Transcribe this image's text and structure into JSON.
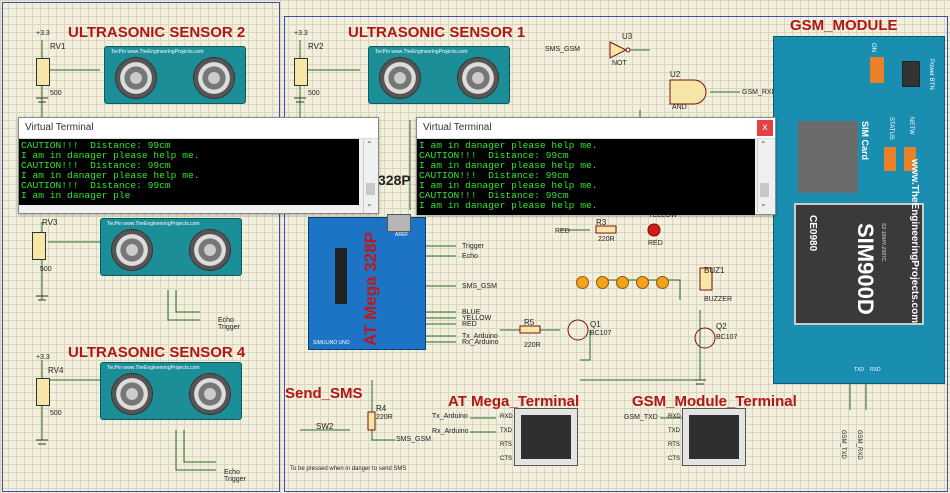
{
  "titles": {
    "us2": "ULTRASONIC SENSOR 2",
    "us1": "ULTRASONIC SENSOR 1",
    "us4": "ULTRASONIC SENSOR 4",
    "gsm": "GSM_MODULE",
    "send_sms": "Send_SMS",
    "atmega_terminal": "AT Mega_Terminal",
    "gsm_terminal": "GSM_Module_Terminal"
  },
  "sensor_header": "TecPin  www.TheEngineeringProjects.com",
  "components": {
    "rv1": "RV1",
    "rv2": "RV2",
    "rv3": "RV3",
    "rv4": "RV4",
    "r3": "R3",
    "r3_val": "220R",
    "r4": "R4",
    "r4_val": "220R",
    "r5": "R5",
    "r5_val": "220R",
    "u2": "U2",
    "u2_type": "AND",
    "u3": "U3",
    "u3_type": "NOT",
    "q1": "Q1",
    "q1_type": "BC107",
    "q2": "Q2",
    "q2_type": "BC107",
    "buz1": "BUZ1",
    "buz1_type": "BUZZER",
    "sw2": "SW2",
    "pot_val": "500",
    "vcc": "+3.3",
    "red_led": "RED",
    "yellow_led": "YELLOW"
  },
  "nets": {
    "sms_gsm": "SMS_GSM",
    "gsm_rxd": "GSM_RXD",
    "gsm_txd": "GSM_TXD",
    "trigger": "Trigger",
    "echo": "Echo",
    "blue": "BLUE",
    "yellow": "YELLOW",
    "red": "RED",
    "tx_arduino": "Tx_Arduino",
    "rx_arduino": "Rx_Arduino",
    "gsm_txd_out": "GSM_TXD",
    "gsm_rxd_in": "GSM_RXD"
  },
  "terminal_pins": [
    "RXD",
    "TXD",
    "RTS",
    "CTS"
  ],
  "arduino": {
    "title": "AT Mega 328P",
    "visible_suffix": "328P",
    "footer": "SIMULINO UNO",
    "aref": "AREF"
  },
  "gsm_module": {
    "www": "www.TheEngineeringProjects.com",
    "sim_card": "SIM Card",
    "chip": "SIM900D",
    "ce": "CE0980",
    "ic_code": "S2-1064Y-Z097C",
    "on": "ON",
    "power_btn": "Power BTN",
    "status": "STATUS",
    "netw": "NETW",
    "txd": "TXD",
    "rxd": "RXD"
  },
  "switch_note": "To be pressed when in danger to send SMS",
  "virtual_terminal_left": {
    "title": "Virtual Terminal",
    "lines": [
      "CAUTION!!!  Distance: 99cm",
      "I am in danager please help me.",
      "CAUTION!!!  Distance: 99cm",
      "I am in danager please help me.",
      "CAUTION!!!  Distance: 99cm",
      "I am in danager ple"
    ]
  },
  "virtual_terminal_right": {
    "title": "Virtual Terminal",
    "close": "x",
    "lines": [
      "I am in danager please help me.",
      "CAUTION!!!  Distance: 99cm",
      "I am in danager please help me.",
      "CAUTION!!!  Distance: 99cm",
      "I am in danager please help me.",
      "CAUTION!!!  Distance: 99cm",
      "I am in danager please help me."
    ]
  }
}
